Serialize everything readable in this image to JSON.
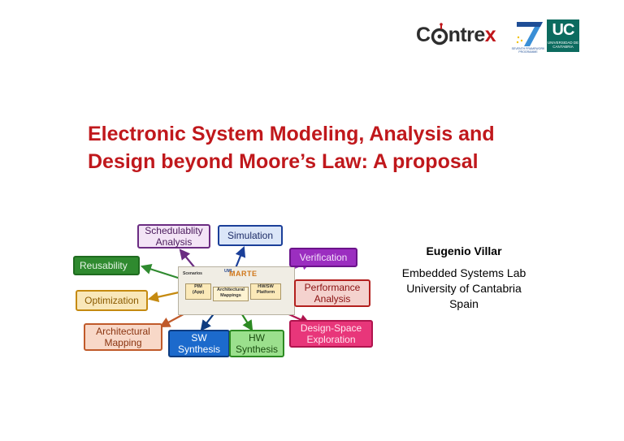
{
  "logos": {
    "contrex": {
      "text_prefix": "C",
      "text_mid": "ntre",
      "text_x": "x",
      "text_o": "o"
    },
    "fp7": {
      "digit": "7",
      "caption": "SEVENTH FRAMEWORK PROGRAMME"
    },
    "uc": {
      "big": "UC",
      "small": "UNIVERSIDAD DE CANTABRIA"
    }
  },
  "title": {
    "line1": "Electronic System Modeling, Analysis and",
    "line2": "Design beyond Moore’s Law: A proposal"
  },
  "diagram": {
    "schedulability": "Schedulablity\nAnalysis",
    "simulation": "Simulation",
    "verification": "Verification",
    "reusability": "Reusability",
    "performance": "Performance\nAnalysis",
    "optimization": "Optimization",
    "architectural_mapping": "Architectural\nMapping",
    "design_space": "Design-Space\nExploration",
    "sw_synthesis": "SW\nSynthesis",
    "hw_synthesis": "HW\nSynthesis",
    "marte": {
      "logo_uml": "UML",
      "logo_marte": "MARTE",
      "scenarios": "Scenarios",
      "pim": "PIM\n(App)",
      "arch": "Architectural\nMappings",
      "platform": "HW/SW\nPlatform"
    }
  },
  "author": {
    "name": "Eugenio Villar",
    "lab": "Embedded Systems Lab",
    "university": "University of Cantabria",
    "country": "Spain"
  },
  "colors": {
    "title": "#c0181c",
    "scheduling_border": "#6b2c82",
    "simulation_border": "#1b3f99",
    "verification_fill": "#9b2ec0",
    "reusability_fill": "#2f8a2f",
    "performance_border": "#b3201e",
    "optimization_border": "#c58a10",
    "arch_mapping_border": "#c05a2a",
    "dse_fill": "#e8367a",
    "sw_fill": "#1c6acc",
    "hw_fill": "#9be08d"
  }
}
